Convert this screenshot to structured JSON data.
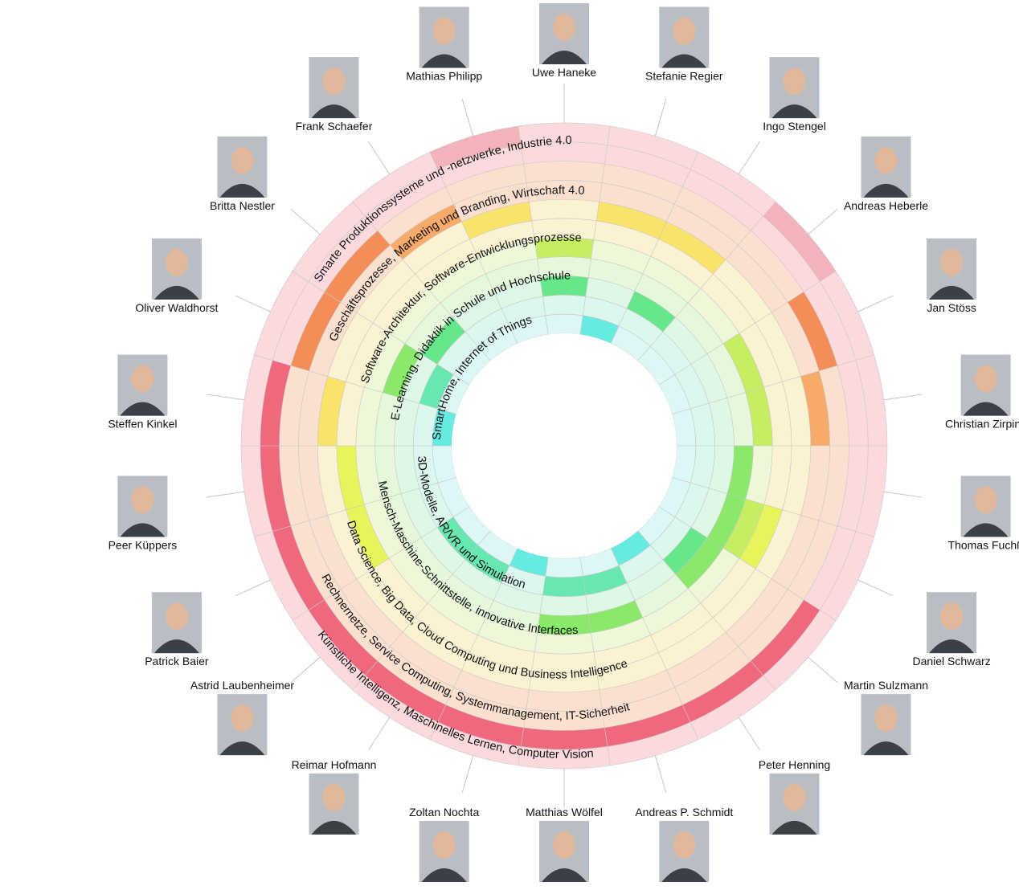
{
  "colors": {
    "background": "#ffffff",
    "cell_border": "#c9c9c9",
    "leader_line": "#c4c4c4"
  },
  "people": [
    {
      "name": "Uwe Haneke"
    },
    {
      "name": "Stefanie Regier"
    },
    {
      "name": "Ingo Stengel"
    },
    {
      "name": "Andreas Heberle"
    },
    {
      "name": "Jan Stöss"
    },
    {
      "name": "Christian Zirpins"
    },
    {
      "name": "Thomas Fuchß"
    },
    {
      "name": "Daniel Schwarz"
    },
    {
      "name": "Martin Sulzmann"
    },
    {
      "name": "Peter Henning"
    },
    {
      "name": "Andreas P. Schmidt"
    },
    {
      "name": "Matthias Wölfel"
    },
    {
      "name": "Zoltan Nochta"
    },
    {
      "name": "Reimar Hofmann"
    },
    {
      "name": "Astrid Laubenheimer"
    },
    {
      "name": "Patrick Baier"
    },
    {
      "name": "Peer Küppers"
    },
    {
      "name": "Steffen Kinkel"
    },
    {
      "name": "Oliver Waldhorst"
    },
    {
      "name": "Britta Nestler"
    },
    {
      "name": "Frank Schaefer"
    },
    {
      "name": "Mathias Philipp"
    }
  ],
  "topics": [
    {
      "label": "Smarte Produktionssysteme und -netzwerke, Industrie 4.0",
      "light": "#fbd9dd",
      "strong": "#f4b2bb",
      "active": [
        "Andreas Heberle",
        "Mathias Philipp"
      ]
    },
    {
      "label": "Künstliche Intelligenz, Maschinelles Lernen, Computer Vision",
      "light": "#fbd9dd",
      "strong": "#f0687e",
      "active": [
        "Martin Sulzmann",
        "Peter Henning",
        "Andreas P. Schmidt",
        "Matthias Wölfel",
        "Zoltan Nochta",
        "Reimar Hofmann",
        "Astrid Laubenheimer",
        "Patrick Baier",
        "Peer Küppers",
        "Steffen Kinkel"
      ]
    },
    {
      "label": "Geschäftsprozesse, Marketing und Branding, Wirtschaft 4.0",
      "light": "#fbe0d0",
      "strong": "#f48d57",
      "active": [
        "Jan Stöss",
        "Oliver Waldhorst",
        "Britta Nestler"
      ]
    },
    {
      "label": "Rechnernetze, Service Computing, Systemmanagement, IT-Sicherheit",
      "light": "#fbe0d0",
      "strong": "#f7aa6a",
      "active": [
        "Christian Zirpins",
        "Frank Schaefer"
      ]
    },
    {
      "label": "Wirtschaft 4.0",
      "light": "#fbf2d2",
      "strong": "#f9e36a",
      "active": [
        "Stefanie Regier",
        "Ingo Stengel",
        "Steffen Kinkel",
        "Mathias Philipp"
      ]
    },
    {
      "label": "Data Science, Big Data, Cloud Computing und Business Intelligence",
      "light": "#fbf2d2",
      "strong": "#e7f55a",
      "active": [
        "Daniel Schwarz",
        "Peer Küppers",
        "Patrick Baier"
      ]
    },
    {
      "label": "Software-Architektur, Software-Entwicklungsprozesse",
      "light": "#eef8d8",
      "strong": "#c5ee62",
      "active": [
        "Uwe Haneke",
        "Jan Stöss",
        "Christian Zirpins",
        "Daniel Schwarz"
      ]
    },
    {
      "label": "Mensch-Maschine-Schnittstelle, innovative Interfaces",
      "light": "#e6f8dc",
      "strong": "#8ae86a",
      "active": [
        "Thomas Fuchß",
        "Daniel Schwarz",
        "Martin Sulzmann",
        "Andreas P. Schmidt",
        "Matthias Wölfel",
        "Oliver Waldhorst"
      ]
    },
    {
      "label": "E-Learning, Didaktik in Schule und Hochschule",
      "light": "#dff8e6",
      "strong": "#66e88a",
      "active": [
        "Uwe Haneke",
        "Ingo Stengel",
        "Martin Sulzmann",
        "Britta Nestler"
      ]
    },
    {
      "label": "3D-Modelle, AR/VR und Simulation",
      "light": "#dcf8ee",
      "strong": "#66e8b0",
      "active": [
        "Andreas P. Schmidt",
        "Matthias Wölfel",
        "Reimar Hofmann",
        "Astrid Laubenheimer",
        "Oliver Waldhorst"
      ]
    },
    {
      "label": "SmartHome, Internet of Things",
      "light": "#dcf7f6",
      "strong": "#66eae2",
      "active": [
        "Stefanie Regier",
        "Peter Henning",
        "Zoltan Nochta",
        "Steffen Kinkel"
      ]
    }
  ],
  "ring_labels": {
    "smarte": "Smarte Produktionssysteme und -netzwerke, Industrie 4.0",
    "geschaeft_prefix": "Geschäftsprozesse, Marketing und Branding, ",
    "geschaeft_highlight": "Wirtschaft 4.0",
    "software": "Software-Architektur, Software-Entwicklungsprozesse",
    "elearning_prefix": "E-Learning, Didaktik in Schule und ",
    "elearning_highlight": "Hochschule",
    "smarthome_prefix": "SmartHome, ",
    "smarthome_highlight": "Internet of Things",
    "ki": "Künstliche Intelligenz, Maschinelles Lernen, Computer Vision",
    "rechnernetze": "Rechnernetze, Service Computing, Systemmanagement, IT-Sicherheit",
    "datascience_prefix": "Data Science, Big Data, ",
    "datascience_highlight": "Cloud Computing",
    "datascience_suffix": " und Business Intelligence",
    "mensch_prefix": "Mensch-Maschine-Schnittstelle, innovative ",
    "mensch_highlight": "Interfaces",
    "modelle": "3D-Modelle, AR/VR und Simulation"
  }
}
